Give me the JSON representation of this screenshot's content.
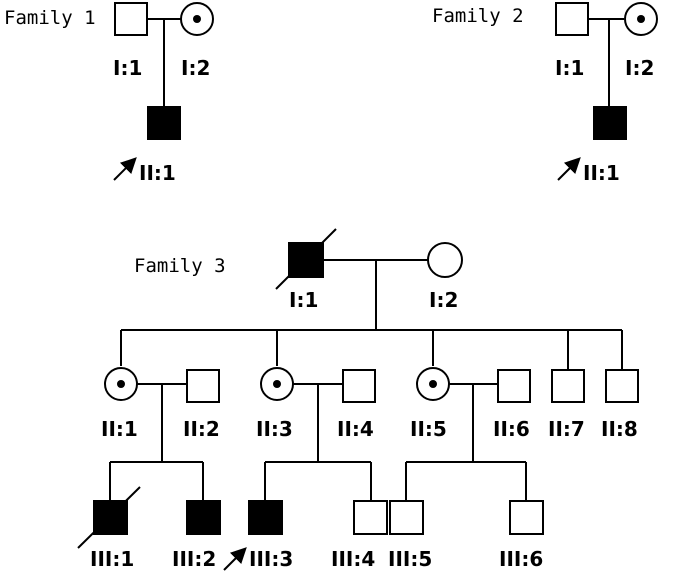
{
  "families": [
    {
      "title": "Family 1",
      "individuals": [
        {
          "id": "I:1",
          "sex": "male",
          "status": "unaffected"
        },
        {
          "id": "I:2",
          "sex": "female",
          "status": "carrier"
        },
        {
          "id": "II:1",
          "sex": "male",
          "status": "affected",
          "proband": true
        }
      ]
    },
    {
      "title": "Family 2",
      "individuals": [
        {
          "id": "I:1",
          "sex": "male",
          "status": "unaffected"
        },
        {
          "id": "I:2",
          "sex": "female",
          "status": "carrier"
        },
        {
          "id": "II:1",
          "sex": "male",
          "status": "affected",
          "proband": true
        }
      ]
    },
    {
      "title": "Family 3",
      "individuals": [
        {
          "id": "I:1",
          "sex": "male",
          "status": "affected",
          "deceased": true
        },
        {
          "id": "I:2",
          "sex": "female",
          "status": "unaffected"
        },
        {
          "id": "II:1",
          "sex": "female",
          "status": "carrier"
        },
        {
          "id": "II:2",
          "sex": "male",
          "status": "unaffected"
        },
        {
          "id": "II:3",
          "sex": "female",
          "status": "carrier"
        },
        {
          "id": "II:4",
          "sex": "male",
          "status": "unaffected"
        },
        {
          "id": "II:5",
          "sex": "female",
          "status": "carrier"
        },
        {
          "id": "II:6",
          "sex": "male",
          "status": "unaffected"
        },
        {
          "id": "II:7",
          "sex": "male",
          "status": "unaffected"
        },
        {
          "id": "II:8",
          "sex": "male",
          "status": "unaffected"
        },
        {
          "id": "III:1",
          "sex": "male",
          "status": "affected",
          "deceased": true
        },
        {
          "id": "III:2",
          "sex": "male",
          "status": "affected"
        },
        {
          "id": "III:3",
          "sex": "male",
          "status": "affected",
          "proband": true
        },
        {
          "id": "III:4",
          "sex": "male",
          "status": "unaffected"
        },
        {
          "id": "III:5",
          "sex": "male",
          "status": "unaffected"
        },
        {
          "id": "III:6",
          "sex": "male",
          "status": "unaffected"
        }
      ]
    }
  ],
  "colors": {
    "line": "#000000",
    "affected_fill": "#000000",
    "background": "#ffffff"
  }
}
